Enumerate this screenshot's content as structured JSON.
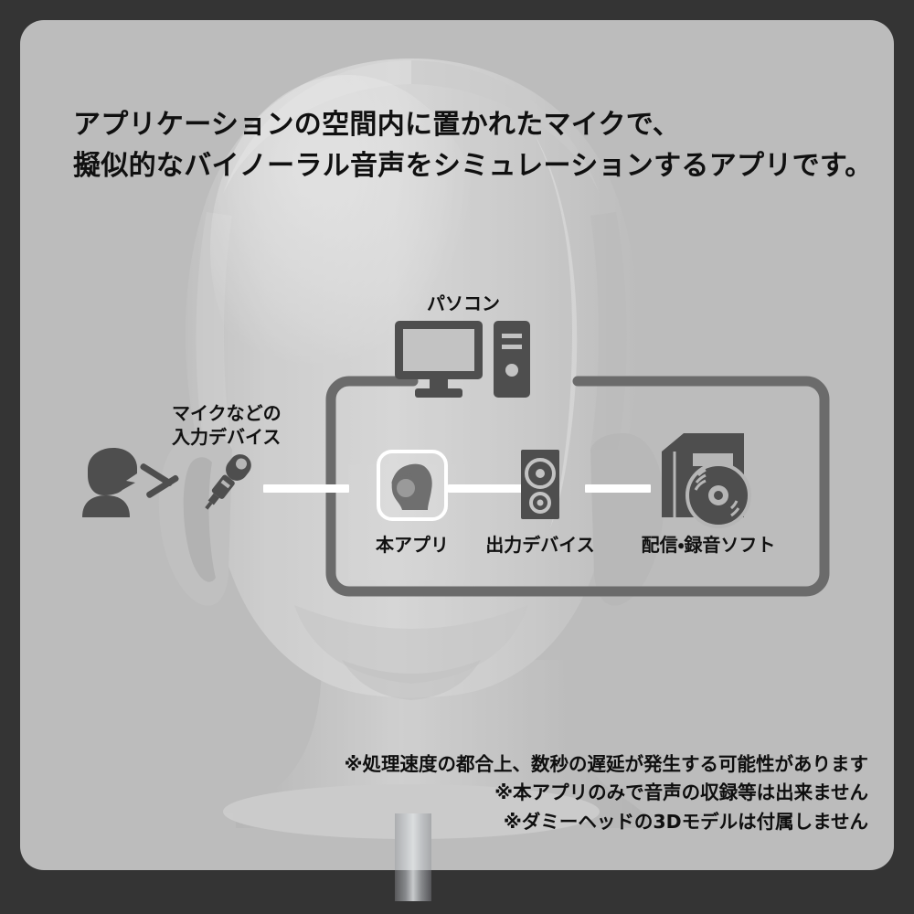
{
  "colors": {
    "outer_frame": "#343434",
    "panel_bg": "#bcbcbc",
    "icon_dark": "#4e4e4e",
    "frame_stroke": "#6b6b6b",
    "wire_white": "#ffffff",
    "text_black": "#101010"
  },
  "headline": {
    "line1": "アプリケーションの空間内に置かれたマイクで、",
    "line2": "擬似的なバイノーラル音声をシミュレーションするアプリです。",
    "text": "アプリケーションの空間内に置かれたマイクで、\n擬似的なバイノーラル音声をシミュレーションするアプリです。"
  },
  "diagram": {
    "pc_group_label": "パソコン",
    "input_label": "マイクなどの\n入力デバイス",
    "nodes": [
      {
        "id": "speaker-person",
        "icon": "person-speaking-icon",
        "label": ""
      },
      {
        "id": "input-device",
        "icon": "handheld-microphone-icon",
        "label": "マイクなどの\n入力デバイス"
      },
      {
        "id": "this-app",
        "icon": "head-with-headphones-app-icon",
        "label": "本アプリ"
      },
      {
        "id": "output-device",
        "icon": "speaker-icon",
        "label": "出力デバイス"
      },
      {
        "id": "recording-software",
        "icon": "software-box-cd-icon",
        "label": "配信・録音ソフト"
      },
      {
        "id": "computer",
        "icon": "desktop-computer-icon",
        "label": "パソコン"
      }
    ],
    "labels": {
      "this_app": "本アプリ",
      "output_device": "出力デバイス",
      "recording_software": "配信・録音ソフト",
      "computer": "パソコン",
      "input_device": "マイクなどの\n入力デバイス"
    }
  },
  "notes": {
    "line1": "※処理速度の都合上、数秒の遅延が発生する可能性があります",
    "line2": "※本アプリのみで音声の収録等は出来ません",
    "line3": "※ダミーヘッドの3Dモデルは付属しません",
    "text": "※処理速度の都合上、数秒の遅延が発生する可能性があります\n※本アプリのみで音声の収録等は出来ません\n※ダミーヘッドの3Dモデルは付属しません"
  },
  "background": {
    "subject": "dummy-head-silhouette"
  }
}
